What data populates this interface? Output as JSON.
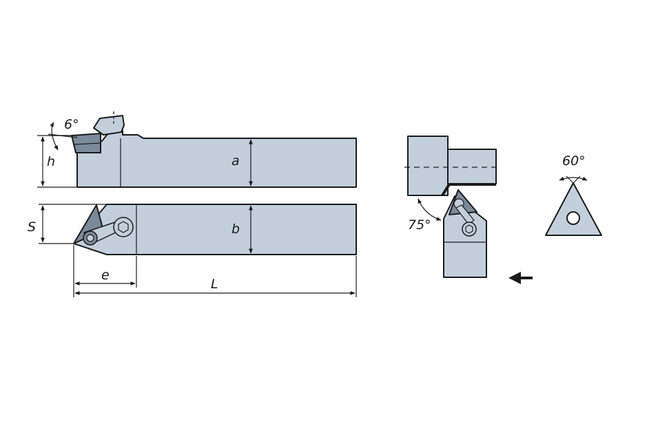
{
  "colors": {
    "body_fill": "#c3cfdb",
    "insert_dark": "#7d8a9a",
    "outline": "#1a1a1a",
    "background": "#ffffff"
  },
  "labels": {
    "clearance_angle": "6°",
    "height": "h",
    "dim_a": "a",
    "dim_s": "S",
    "dim_b": "b",
    "dim_e": "e",
    "dim_length": "L",
    "approach_angle": "75°",
    "insert_angle": "60°"
  },
  "icons": {
    "feed_direction": "arrow-left-icon"
  }
}
